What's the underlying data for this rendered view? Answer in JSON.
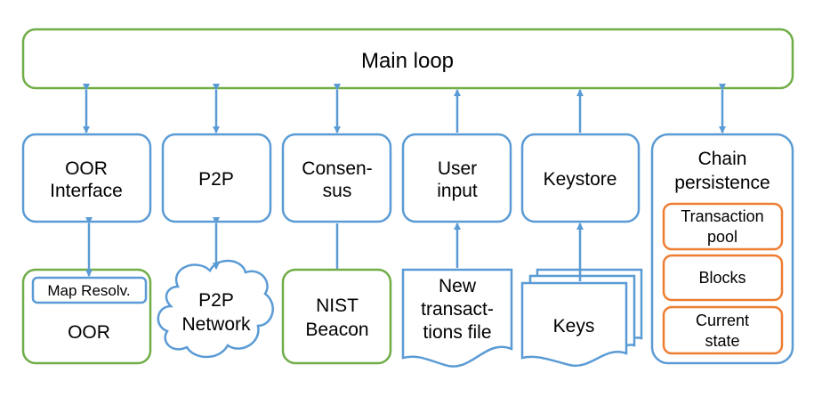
{
  "colors": {
    "blue": "#5b9bd5",
    "green": "#70ad47",
    "orange": "#ed7d31",
    "text": "#000000"
  },
  "main_loop": {
    "label": "Main loop"
  },
  "modules": [
    {
      "id": "oor-interface",
      "lines": [
        "OOR",
        "Interface"
      ]
    },
    {
      "id": "p2p",
      "lines": [
        "P2P"
      ]
    },
    {
      "id": "consensus",
      "lines": [
        "Consen-",
        "sus"
      ]
    },
    {
      "id": "user-input",
      "lines": [
        "User",
        "input"
      ]
    },
    {
      "id": "keystore",
      "lines": [
        "Keystore"
      ]
    }
  ],
  "chain_persistence": {
    "lines": [
      "Chain",
      "persistence"
    ],
    "items": [
      {
        "id": "transaction-pool",
        "lines": [
          "Transaction",
          "pool"
        ]
      },
      {
        "id": "blocks",
        "lines": [
          "Blocks"
        ]
      },
      {
        "id": "current-state",
        "lines": [
          "Current",
          "state"
        ]
      }
    ]
  },
  "externals": {
    "oor": {
      "label": "OOR",
      "inner_label": "Map Resolv."
    },
    "p2p_network": {
      "lines": [
        "P2P",
        "Network"
      ]
    },
    "nist_beacon": {
      "lines": [
        "NIST",
        "Beacon"
      ]
    },
    "transactions_file": {
      "lines": [
        "New",
        "transact-",
        "tions file"
      ]
    },
    "keys": {
      "label": "Keys"
    }
  }
}
